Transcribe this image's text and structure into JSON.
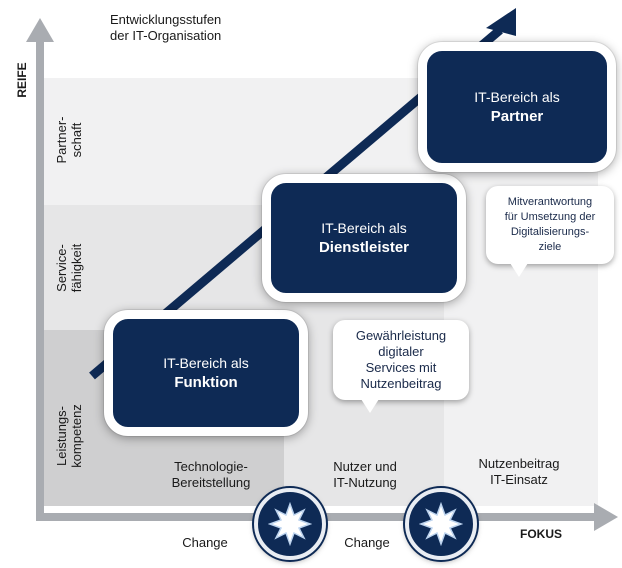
{
  "title": {
    "line1": "Entwicklungsstufen",
    "line2": "der IT-Organisation"
  },
  "axes": {
    "y_label": "REIFE",
    "x_label": "FOKUS"
  },
  "y_levels": [
    {
      "line1": "Partner-",
      "line2": "schaft"
    },
    {
      "line1": "Service-",
      "line2": "fähigkeit"
    },
    {
      "line1": "Leistungs-",
      "line2": "kompetenz"
    }
  ],
  "x_levels": [
    {
      "line1": "Technologie-",
      "line2": "Bereitstellung"
    },
    {
      "line1": "Nutzer und",
      "line2": "IT-Nutzung"
    },
    {
      "line1": "Nutzenbeitrag",
      "line2": "IT-Einsatz"
    }
  ],
  "stages": [
    {
      "line1": "IT-Bereich als",
      "line2": "Funktion"
    },
    {
      "line1": "IT-Bereich als",
      "line2": "Dienstleister"
    },
    {
      "line1": "IT-Bereich als",
      "line2": "Partner"
    }
  ],
  "notes": {
    "note1": [
      "Gewährleistung",
      "digitaler",
      "Services mit",
      "Nutzenbeitrag"
    ],
    "note2": [
      "Mitverantwortung",
      "für Umsetzung der",
      "Digitalisierungs-",
      "ziele"
    ]
  },
  "transitions": [
    {
      "label": "Change",
      "icon": "change-starburst-icon"
    },
    {
      "label": "Change",
      "icon": "change-starburst-icon"
    }
  ],
  "colors": {
    "navy": "#0e2a55",
    "axis_gray": "#a9acb1",
    "zone_light": "#f1f1f2",
    "zone_mid": "#e3e3e4",
    "zone_dark": "#cfcfd0"
  }
}
